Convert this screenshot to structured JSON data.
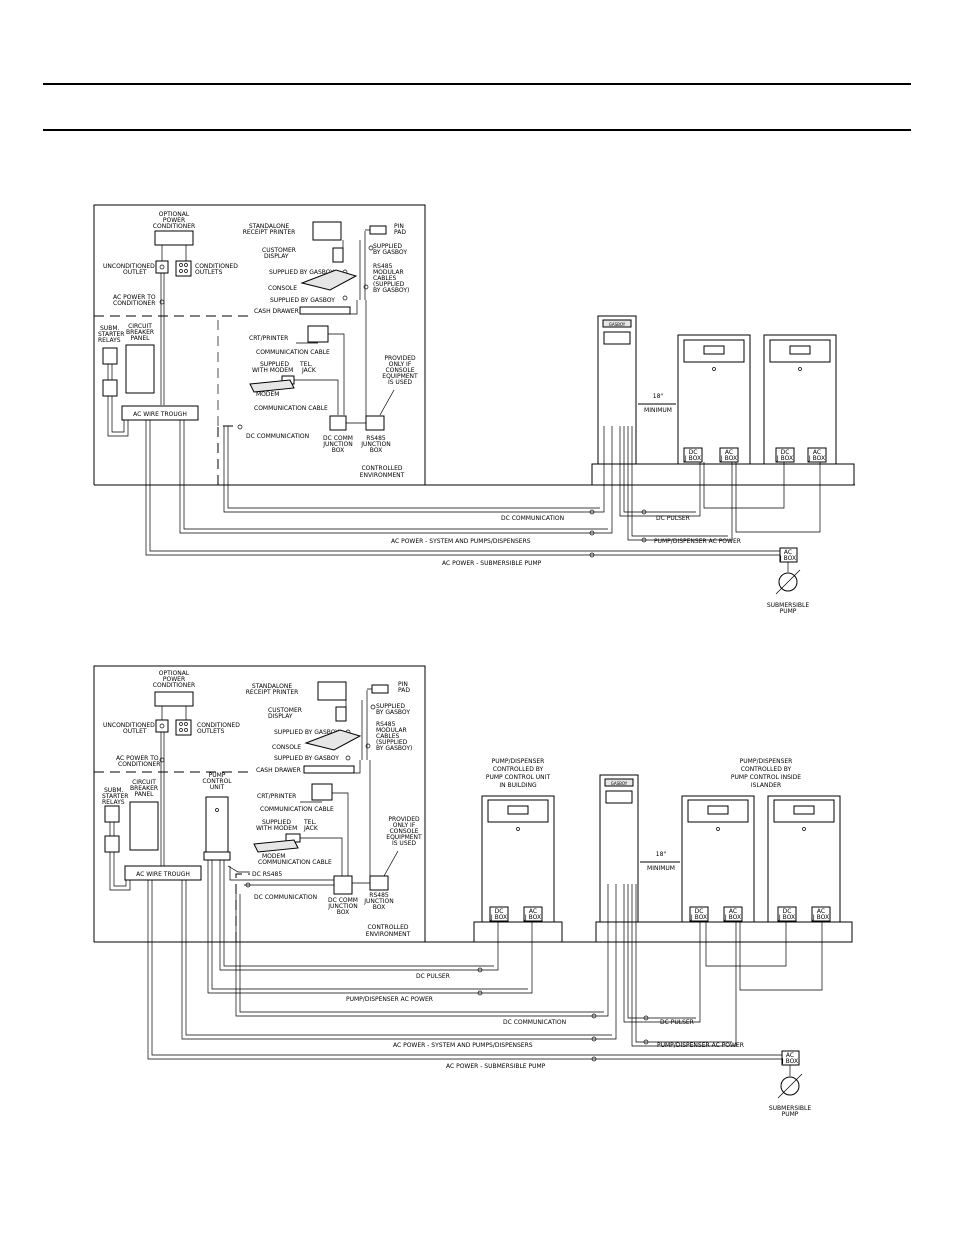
{
  "d1": {
    "optional_power_conditioner": [
      "OPTIONAL",
      "POWER",
      "CONDITIONER"
    ],
    "unconditioned_outlet": [
      "UNCONDITIONED",
      "OUTLET"
    ],
    "conditioned_outlets": [
      "CONDITIONED",
      "OUTLETS"
    ],
    "ac_power_to_conditioner": [
      "AC POWER TO",
      "CONDITIONER"
    ],
    "subm_starter_relays": [
      "SUBM.",
      "STARTER",
      "RELAYS"
    ],
    "circuit_breaker_panel": [
      "CIRCUIT",
      "BREAKER",
      "PANEL"
    ],
    "ac_wire_trough": "AC WIRE TROUGH",
    "standalone_receipt_printer": [
      "STANDALONE",
      "RECEIPT PRINTER"
    ],
    "pin_pad": [
      "PIN",
      "PAD"
    ],
    "customer_display": [
      "CUSTOMER",
      "DISPLAY"
    ],
    "supplied_by_gasboy_stack": [
      "SUPPLIED",
      "BY GASBOY"
    ],
    "supplied_by_gasboy": "SUPPLIED BY GASBOY",
    "rs485_modular_cables": [
      "RS485",
      "MODULAR",
      "CABLES",
      "(SUPPLIED",
      "BY GASBOY)"
    ],
    "console": "CONSOLE",
    "supplied_by_gasboy_2": "SUPPLIED BY GASBOY",
    "cash_drawer": "CASH DRAWER",
    "crt_printer": "CRT/PRINTER",
    "communication_cable": "COMMUNICATION CABLE",
    "supplied_with_modem": [
      "SUPPLIED",
      "WITH MODEM"
    ],
    "tel_jack": [
      "TEL.",
      "JACK"
    ],
    "modem": "MODEM",
    "communication_cable_2": "COMMUNICATION CABLE",
    "provided_only_if": [
      "PROVIDED",
      "ONLY IF",
      "CONSOLE",
      "EQUIPMENT",
      "IS USED"
    ],
    "dc_communication": "DC COMMUNICATION",
    "dc_comm_junction_box": [
      "DC COMM",
      "JUNCTION",
      "BOX"
    ],
    "rs485_junction_box": [
      "RS485",
      "JUNCTION",
      "BOX"
    ],
    "controlled_environment": [
      "CONTROLLED",
      "ENVIRONMENT"
    ],
    "minimum": [
      "18\"",
      "MINIMUM"
    ],
    "dc_j_box": [
      "DC",
      "J BOX"
    ],
    "ac_j_box": [
      "AC",
      "J BOX"
    ],
    "dispenser_brand": "GASBOY",
    "dc_communication_line": "DC COMMUNICATION",
    "dc_pulser": "DC PULSER",
    "ac_power_system": "AC POWER - SYSTEM AND PUMPS/DISPENSERS",
    "pump_dispenser_ac_power": "PUMP/DISPENSER AC POWER",
    "ac_power_submersible": "AC POWER - SUBMERSIBLE PUMP",
    "submersible_pump": [
      "SUBMERSIBLE",
      "PUMP"
    ]
  },
  "d2": {
    "pump_control_unit": [
      "PUMP",
      "CONTROL",
      "UNIT"
    ],
    "dc_rs485": "DC RS485",
    "dc_communication": "DC COMMUNICATION",
    "pcu_in_building": [
      "PUMP/DISPENSER",
      "CONTROLLED BY",
      "PUMP CONTROL UNIT",
      "IN BUILDING"
    ],
    "pc_inside_islander": [
      "PUMP/DISPENSER",
      "CONTROLLED BY",
      "PUMP CONTROL INSIDE",
      "ISLANDER"
    ],
    "dc_pulser_left": "DC PULSER",
    "pump_dispenser_ac_power_left": "PUMP/DISPENSER AC POWER",
    "dc_communication_line": "DC COMMUNICATION",
    "dc_pulser_right": "DC PULSER",
    "ac_power_system": "AC POWER - SYSTEM AND PUMPS/DISPENSERS",
    "pump_dispenser_ac_power_right": "PUMP/DISPENSER AC POWER",
    "ac_power_submersible": "AC POWER - SUBMERSIBLE PUMP",
    "submersible_pump": [
      "SUBMERSIBLE",
      "PUMP"
    ]
  }
}
